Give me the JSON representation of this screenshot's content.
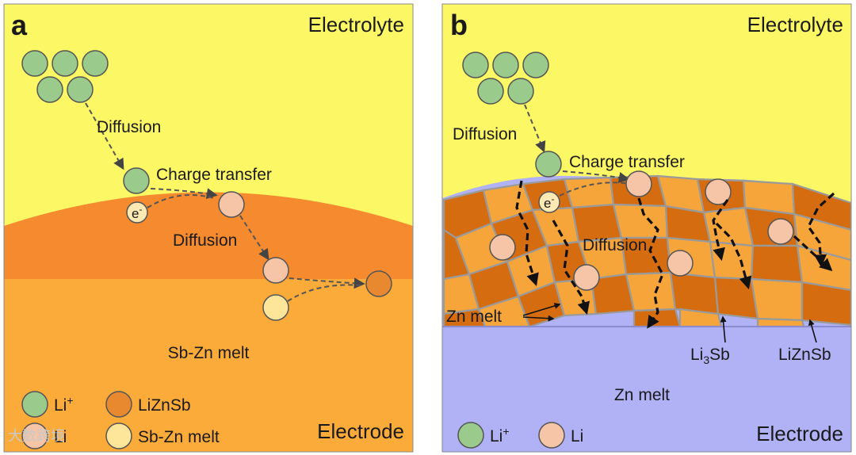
{
  "panel_a": {
    "letter": "a",
    "electrolyte": "Electrolyte",
    "electrode": "Electrode",
    "diffusion_1": "Diffusion",
    "charge_transfer": "Charge transfer",
    "electron": "e",
    "electron_sup": "-",
    "diffusion_2": "Diffusion",
    "melt": "Sb-Zn melt",
    "legend": {
      "li_ion": "Li",
      "li_ion_sup": "+",
      "lizn": "LiZnSb",
      "li": "Li",
      "sbzn": "Sb-Zn melt"
    }
  },
  "panel_b": {
    "letter": "b",
    "electrolyte": "Electrolyte",
    "electrode": "Electrode",
    "diffusion_1": "Diffusion",
    "charge_transfer": "Charge transfer",
    "electron": "e",
    "electron_sup": "-",
    "diffusion_2": "Diffusion",
    "zn_melt_label": "Zn melt",
    "li3sb_base": "Li",
    "li3sb_sub": "3",
    "li3sb_tail": "Sb",
    "liznsb": "LiZnSb",
    "zn_melt_bottom": "Zn melt",
    "legend": {
      "li_ion": "Li",
      "li_ion_sup": "+",
      "li": "Li"
    }
  },
  "watermark": "大数跨境",
  "colors": {
    "electrolyte": "#fbf765",
    "lizn_layer": "#f58a2e",
    "sbzn_melt": "#fbab39",
    "zn_melt": "#b0b2f5",
    "li_ion": "#9bcb8c",
    "li": "#f6c4a6",
    "grain_dark": "#d56d10",
    "grain_light": "#f6a53b"
  }
}
